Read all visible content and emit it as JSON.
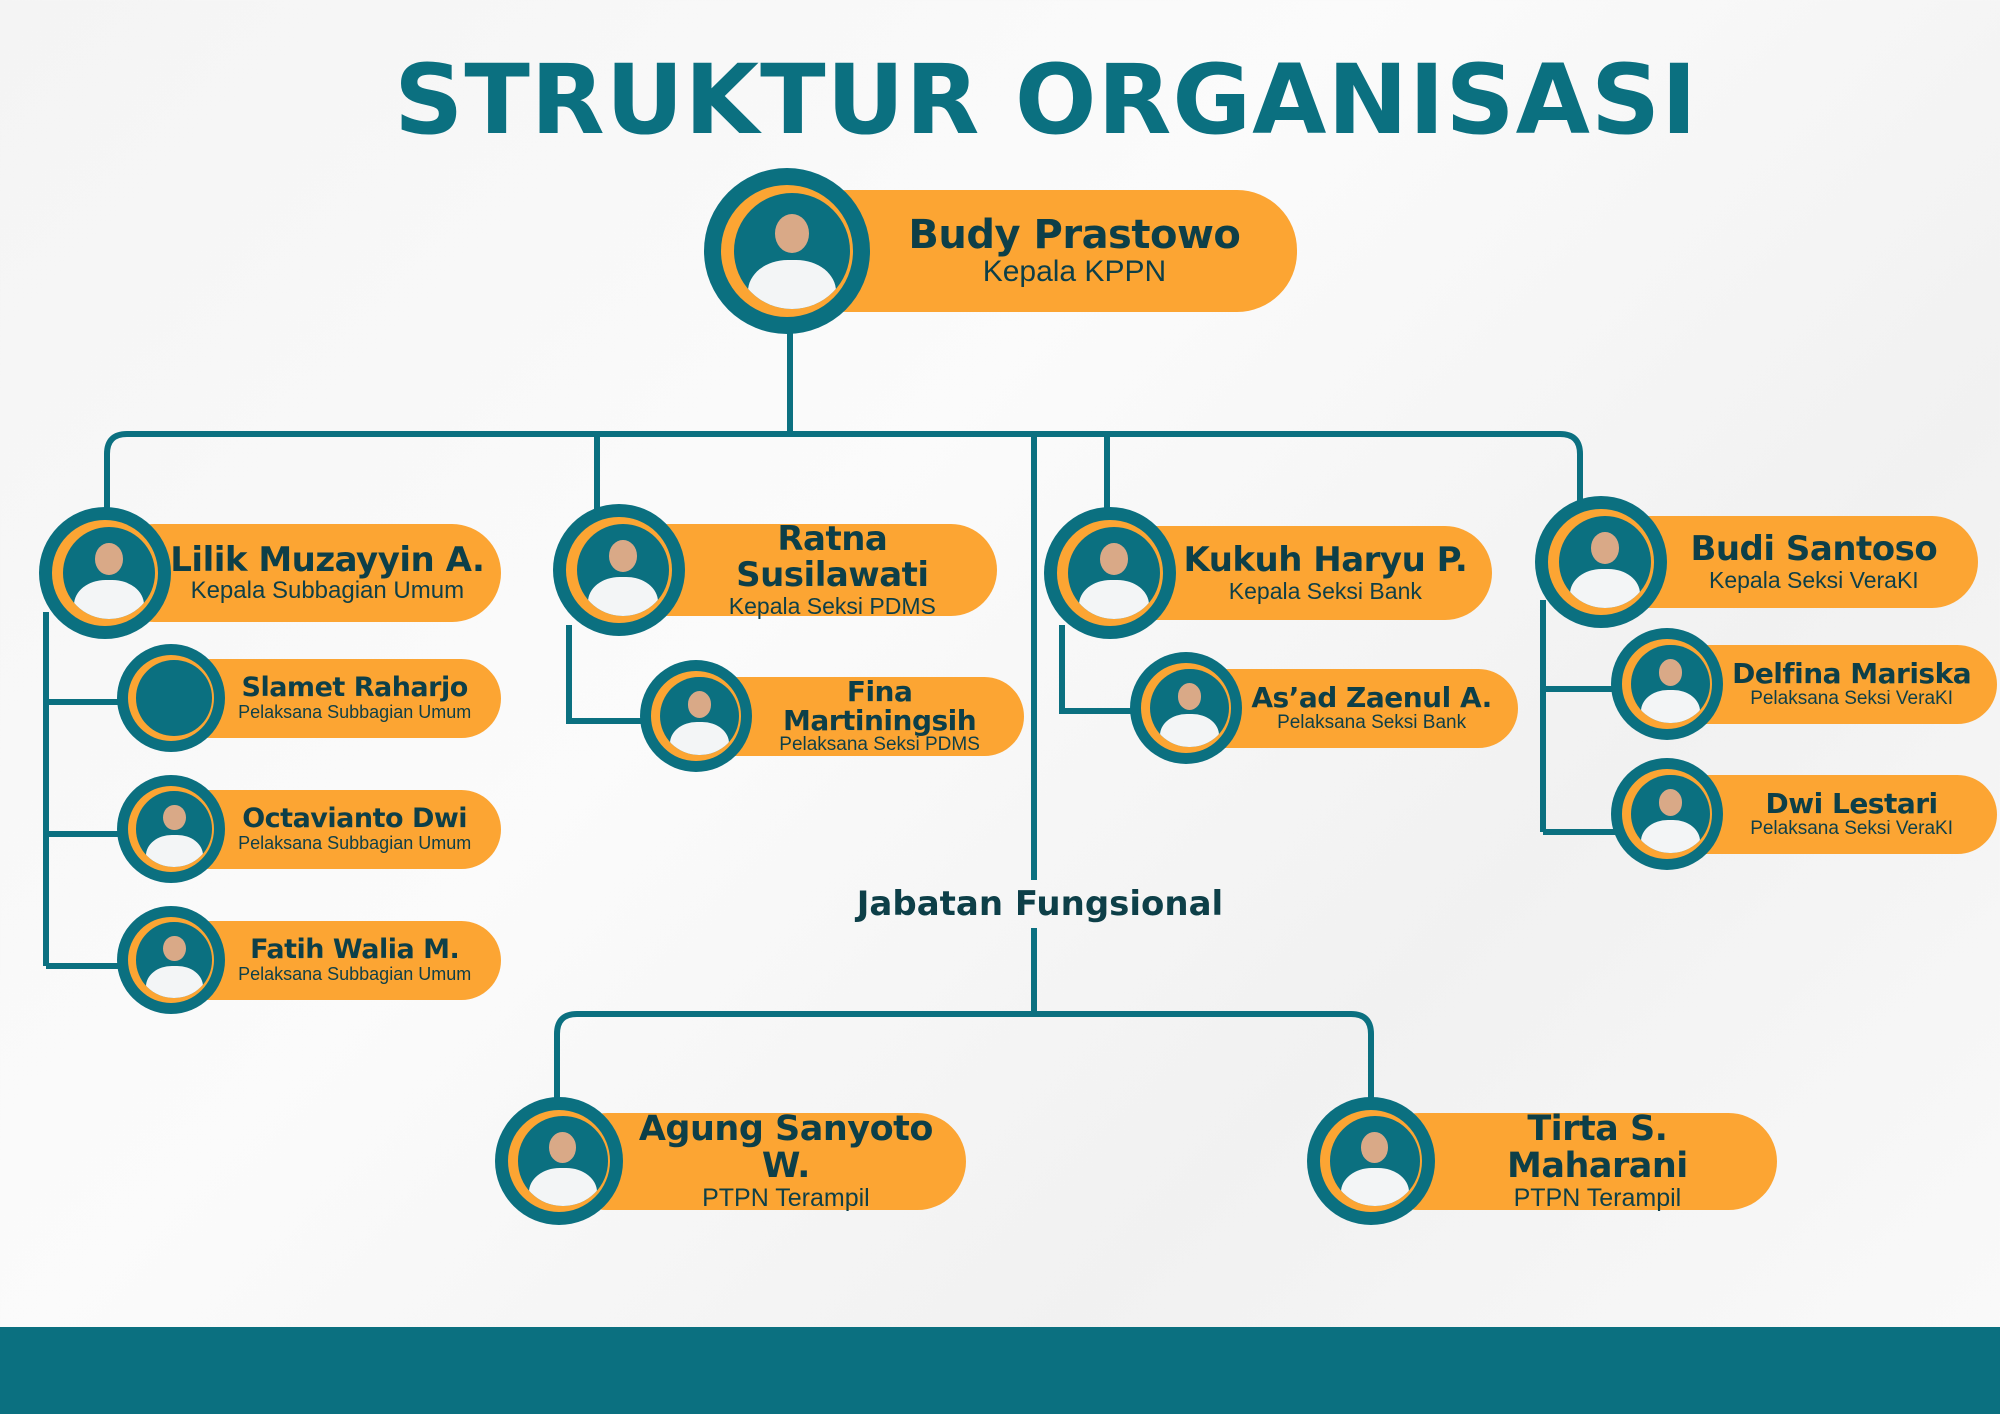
{
  "title": "STRUKTUR ORGANISASI",
  "colors": {
    "teal": "#0b7080",
    "orange": "#fca533",
    "text": "#0d3f48"
  },
  "head": {
    "name": "Budy Prastowo",
    "role": "Kepala KPPN"
  },
  "sections": [
    {
      "name": "Lilik Muzayyin A.",
      "role": "Kepala Subbagian Umum",
      "staff": [
        {
          "name": "Slamet Raharjo",
          "role": "Pelaksana Subbagian Umum",
          "photo": false
        },
        {
          "name": "Octavianto Dwi",
          "role": "Pelaksana Subbagian Umum"
        },
        {
          "name": "Fatih Walia M.",
          "role": "Pelaksana Subbagian Umum"
        }
      ]
    },
    {
      "name": "Ratna Susilawati",
      "role": "Kepala Seksi PDMS",
      "staff": [
        {
          "name": "Fina Martiningsih",
          "role": "Pelaksana Seksi PDMS"
        }
      ]
    },
    {
      "name": "Kukuh Haryu P.",
      "role": "Kepala Seksi Bank",
      "staff": [
        {
          "name": "As’ad Zaenul A.",
          "role": "Pelaksana Seksi Bank"
        }
      ]
    },
    {
      "name": "Budi Santoso",
      "role": "Kepala Seksi VeraKI",
      "staff": [
        {
          "name": "Delfina Mariska",
          "role": "Pelaksana Seksi VeraKI"
        },
        {
          "name": "Dwi Lestari",
          "role": "Pelaksana Seksi VeraKI"
        }
      ]
    }
  ],
  "functional": {
    "label": "Jabatan Fungsional",
    "members": [
      {
        "name": "Agung Sanyoto W.",
        "role": "PTPN Terampil"
      },
      {
        "name": "Tirta S. Maharani",
        "role": "PTPN Terampil"
      }
    ]
  }
}
